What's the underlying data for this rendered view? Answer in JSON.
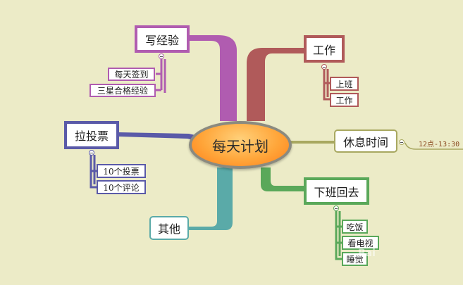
{
  "center": {
    "label": "每天计划"
  },
  "branches": {
    "xie_jingyan": {
      "label": "写经验",
      "color": "#b05cb0",
      "children": [
        "每天签到",
        "三星合格经验"
      ]
    },
    "gongzuo": {
      "label": "工作",
      "color": "#b05a5a",
      "children": [
        "上班",
        "工作"
      ]
    },
    "la_toupiao": {
      "label": "拉投票",
      "color": "#5a5aa8",
      "children": [
        "10个投票",
        "10个评论"
      ]
    },
    "xiuxi": {
      "label": "休息时间",
      "color": "#a8a860",
      "note": "12点-13:30"
    },
    "xiaban": {
      "label": "下班回去",
      "color": "#5aa85a",
      "children": [
        "吃饭",
        "看电视",
        "睡觉"
      ]
    },
    "qita": {
      "label": "其他",
      "color": "#5aaaa8"
    }
  },
  "watermark": "Bai"
}
